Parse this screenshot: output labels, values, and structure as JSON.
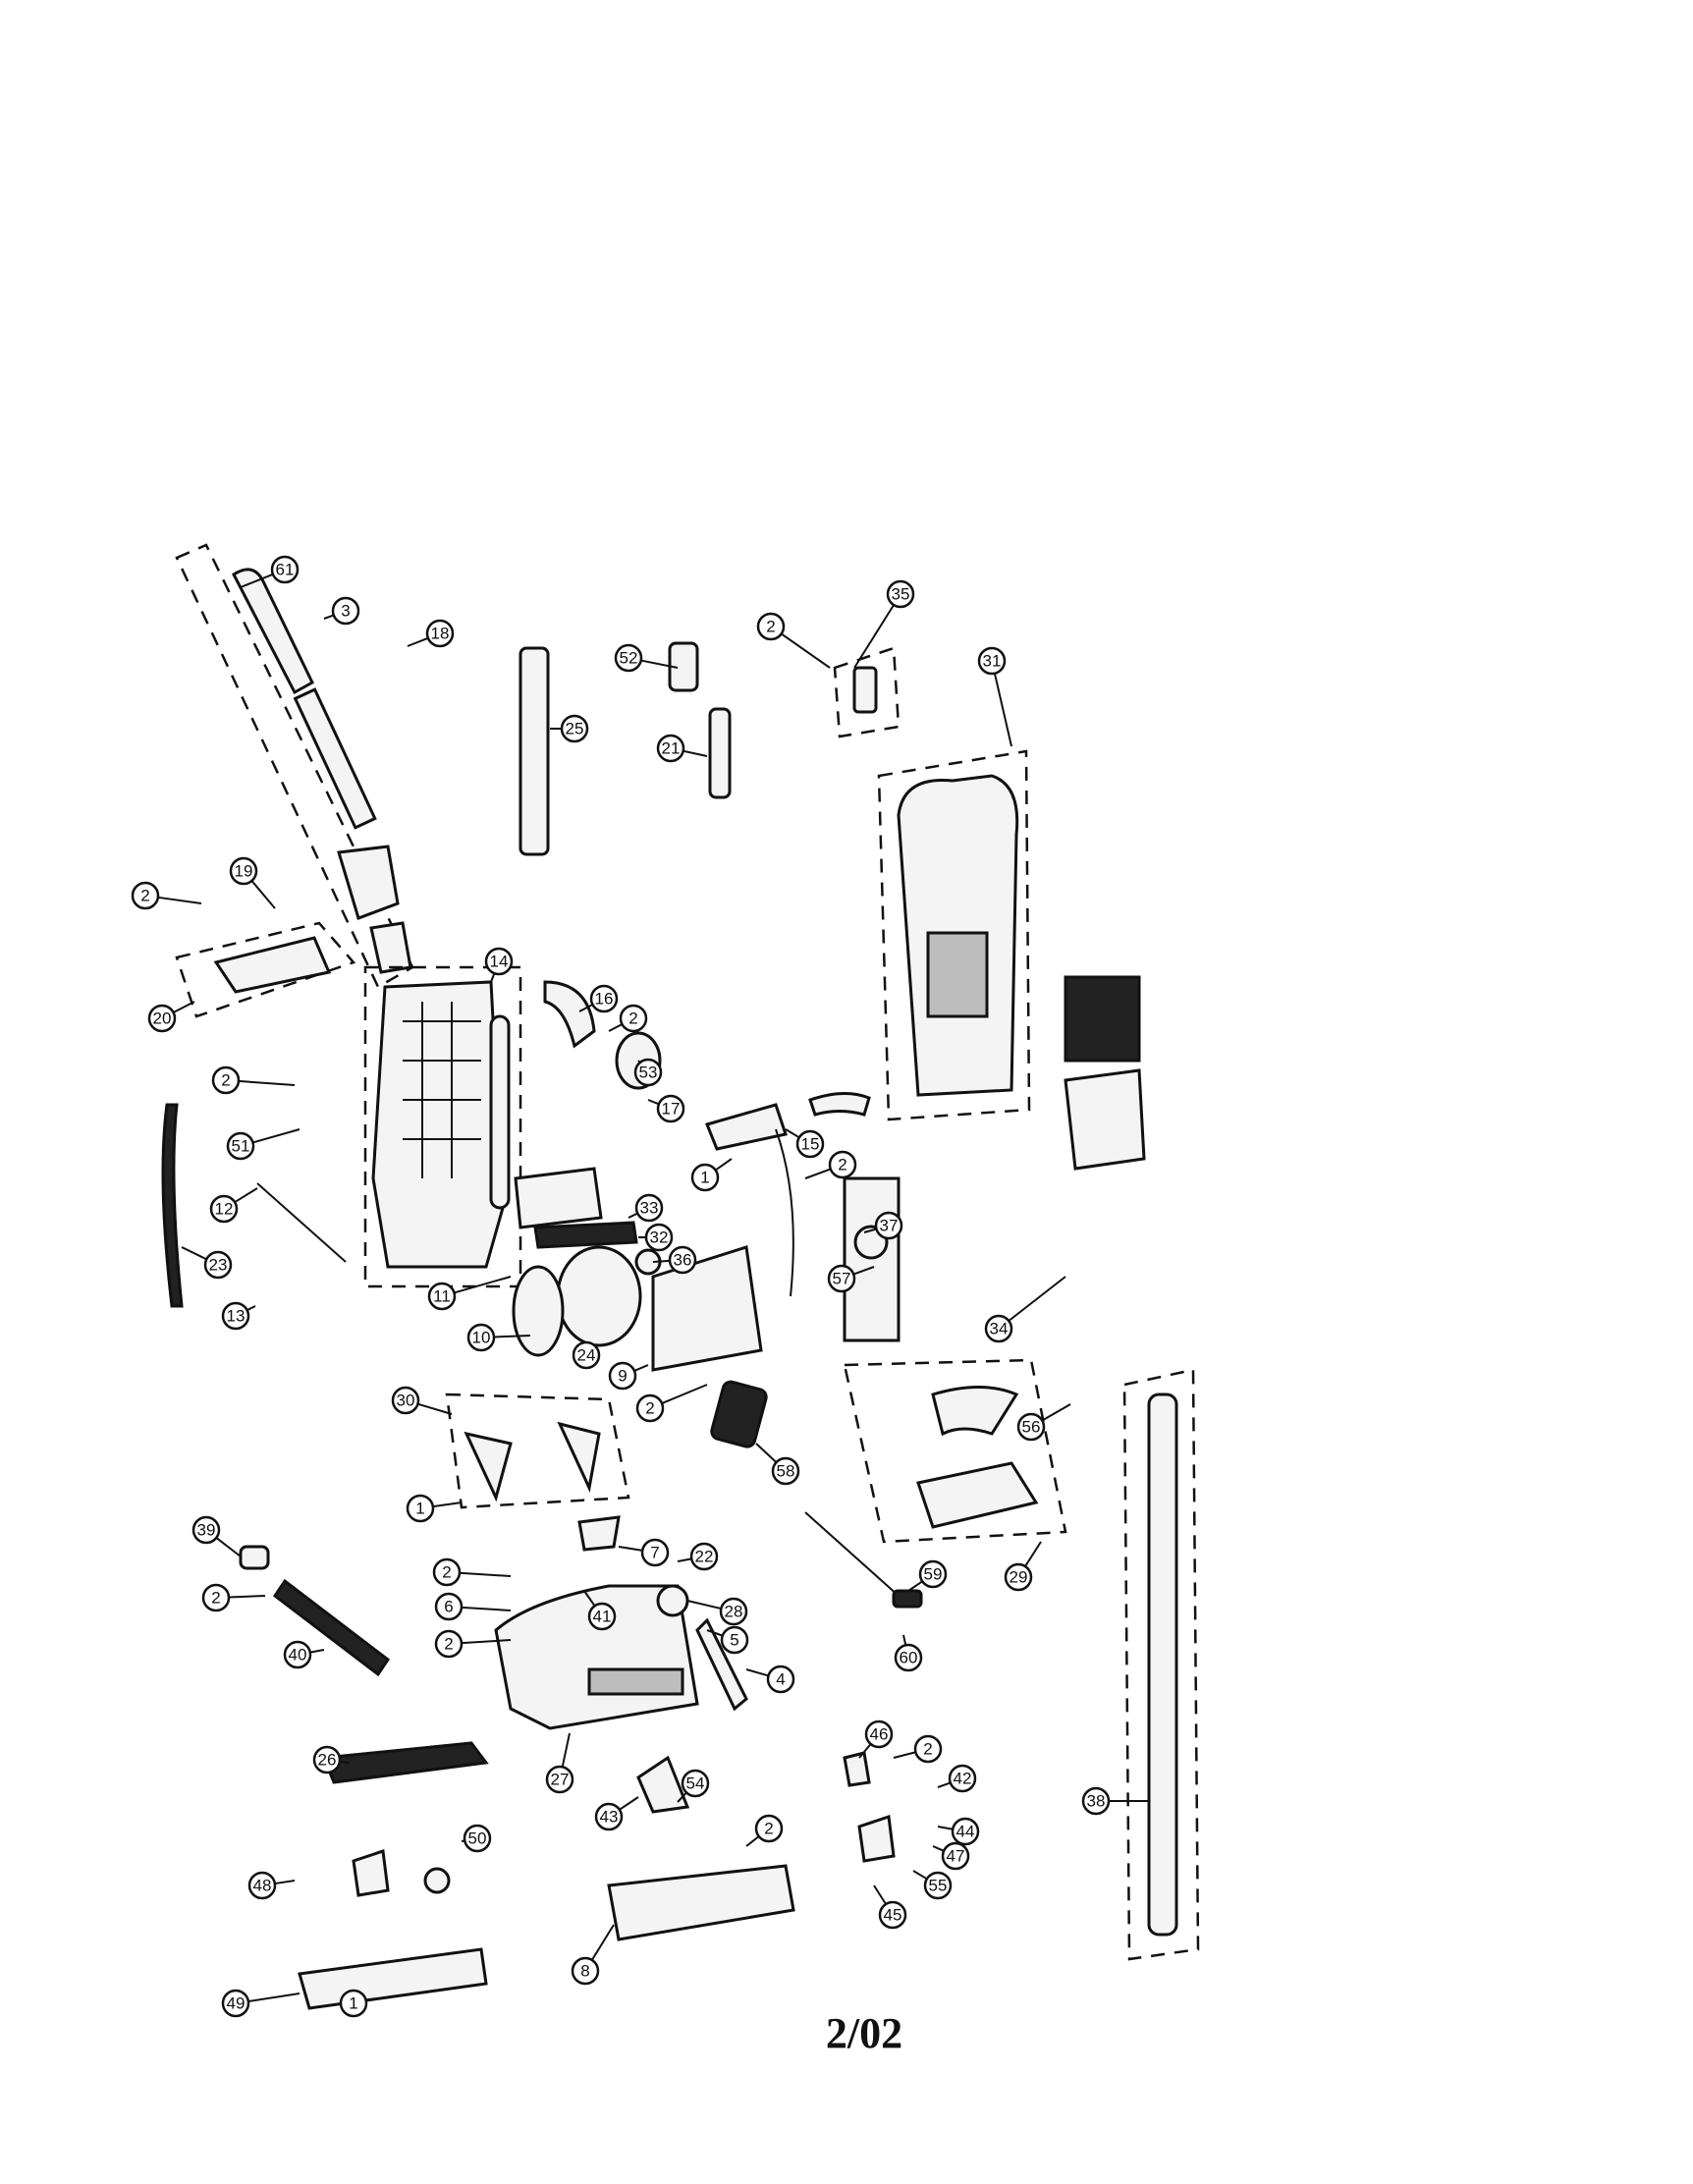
{
  "page_code": "2/02",
  "callouts": [
    "61",
    "3",
    "18",
    "25",
    "52",
    "2",
    "35",
    "31",
    "21",
    "19",
    "2",
    "20",
    "14",
    "16",
    "2",
    "53",
    "17",
    "2",
    "51",
    "12",
    "23",
    "13",
    "1",
    "15",
    "2",
    "57",
    "34",
    "56",
    "33",
    "32",
    "37",
    "36",
    "11",
    "10",
    "24",
    "9",
    "2",
    "58",
    "30",
    "1",
    "29",
    "59",
    "60",
    "38",
    "39",
    "2",
    "40",
    "2",
    "6",
    "2",
    "41",
    "7",
    "22",
    "28",
    "5",
    "4",
    "26",
    "27",
    "54",
    "43",
    "2",
    "46",
    "2",
    "42",
    "44",
    "47",
    "55",
    "45",
    "50",
    "48",
    "8",
    "49",
    "1"
  ]
}
